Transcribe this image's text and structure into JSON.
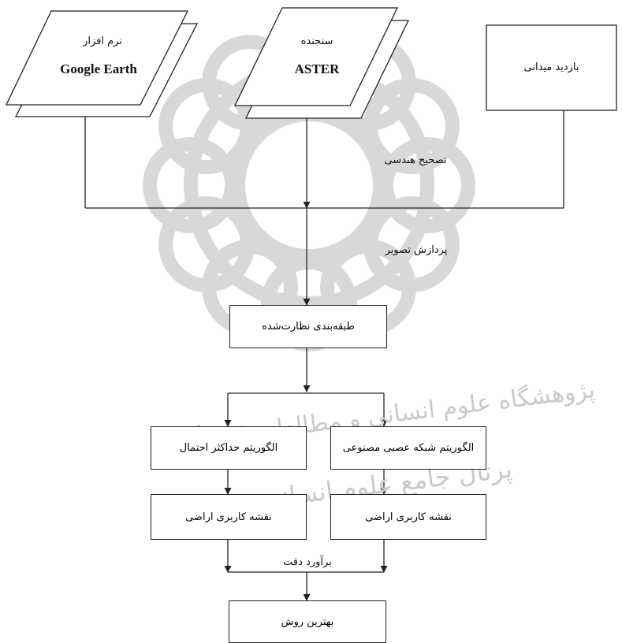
{
  "inputs": {
    "google_earth": {
      "line1": "نرم افزار",
      "line2": "Google Earth"
    },
    "aster": {
      "line1": "سنجنده",
      "line2": "ASTER"
    },
    "field_visit": "بازدید میدانی"
  },
  "steps": {
    "geometric_correction": "تصحیح هندسی",
    "image_processing": "پردازش تصویر",
    "supervised_classification": "طبقه‌بندی نظارت‌شده",
    "max_likelihood": "الگوریتم حداکثر احتمال",
    "neural_network": "الگوریتم شبکه عصبی مصنوعی",
    "landuse_map_left": "نقشه کاربری اراضی",
    "landuse_map_right": "نقشه کاربری اراضی",
    "accuracy_assessment": "برآورد دقت",
    "best_method": "بهترین روش"
  },
  "watermark": {
    "line1": "پژوهشگاه علوم انسانی و مطالعات فرهنگی",
    "line2": "پرتال جامع علوم انسانی"
  },
  "colors": {
    "stroke": "#222222",
    "watermark": "#c9c9c9",
    "background": "#ffffff"
  }
}
